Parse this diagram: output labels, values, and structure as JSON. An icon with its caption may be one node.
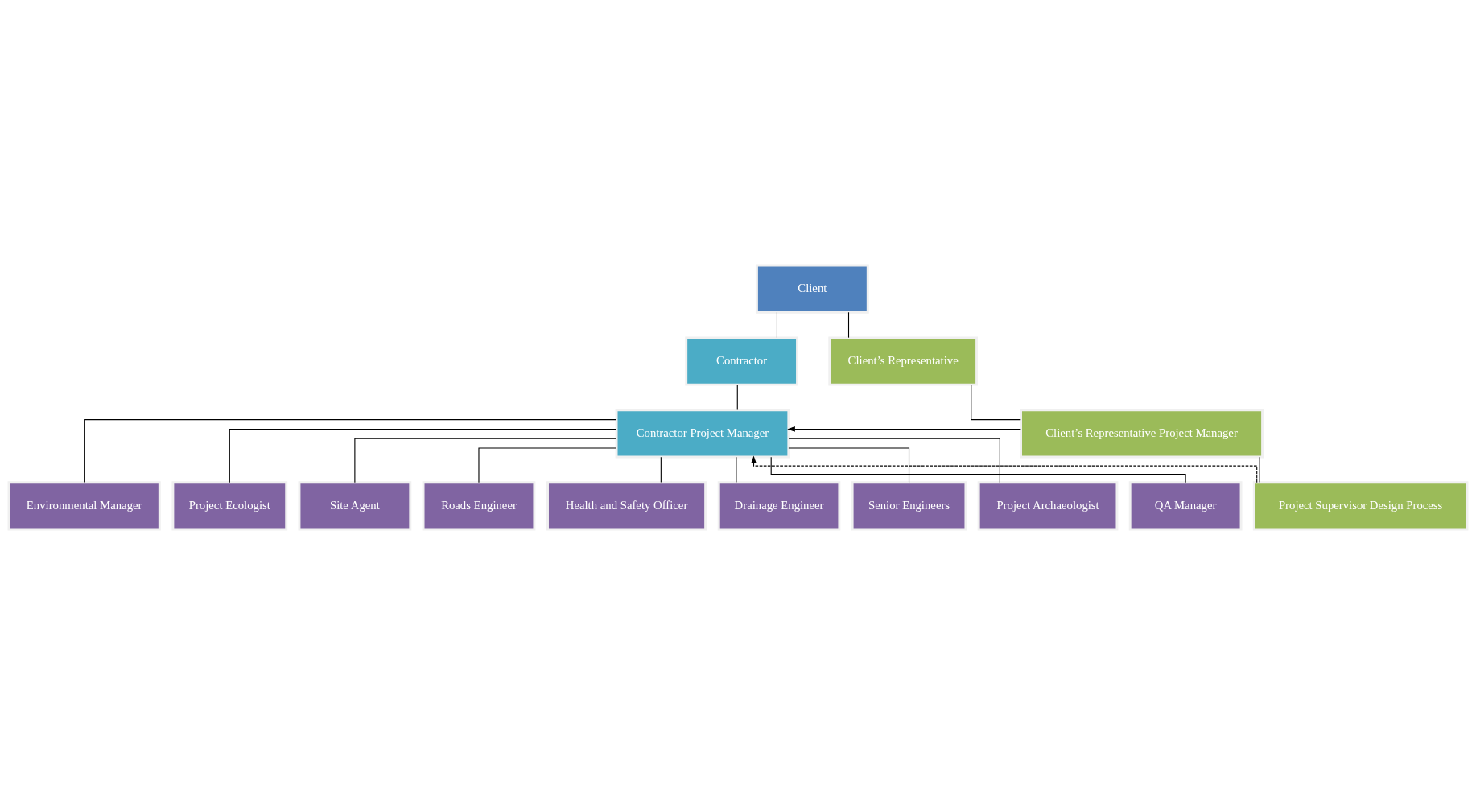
{
  "diagram": {
    "nodes": [
      {
        "text": [
          "Client"
        ]
      },
      {
        "text": [
          "Contractor"
        ]
      },
      {
        "text": [
          "Client’s Representative"
        ]
      },
      {
        "text": [
          "Contractor Project Manager"
        ]
      },
      {
        "text": [
          "Client’s Representative Project Manager"
        ]
      },
      {
        "text": [
          "Project Supervisor Design Process"
        ]
      },
      {
        "text": [
          "Environmental Manager"
        ]
      },
      {
        "text": [
          "Project Ecologist"
        ]
      },
      {
        "text": [
          "Site Agent"
        ]
      },
      {
        "text": [
          "Roads Engineer"
        ]
      },
      {
        "text": [
          "Health and Safety Officer"
        ]
      },
      {
        "text": [
          "Drainage Engineer"
        ]
      },
      {
        "text": [
          "Senior Engineers"
        ]
      },
      {
        "text": [
          "Project Archaeologist"
        ]
      },
      {
        "text": [
          "QA Manager"
        ]
      }
    ],
    "edges": [
      {
        "from": 0,
        "to": 1,
        "arrow": "none"
      },
      {
        "from": 0,
        "to": 2,
        "arrow": "none"
      },
      {
        "from": 1,
        "to": 3,
        "arrow": "none"
      },
      {
        "from": 2,
        "to": 4,
        "arrow": "none"
      },
      {
        "from": 4,
        "to": 3,
        "arrow": "to"
      },
      {
        "from": 4,
        "to": 5,
        "arrow": "none"
      },
      {
        "from": 5,
        "to": 3,
        "arrow": "to",
        "style": "dashed"
      },
      {
        "from": 3,
        "to": 6,
        "arrow": "none"
      },
      {
        "from": 3,
        "to": 7,
        "arrow": "none"
      },
      {
        "from": 3,
        "to": 8,
        "arrow": "none"
      },
      {
        "from": 3,
        "to": 9,
        "arrow": "none"
      },
      {
        "from": 3,
        "to": 10,
        "arrow": "none"
      },
      {
        "from": 3,
        "to": 11,
        "arrow": "none"
      },
      {
        "from": 3,
        "to": 12,
        "arrow": "none"
      },
      {
        "from": 3,
        "to": 13,
        "arrow": "none"
      },
      {
        "from": 3,
        "to": 14,
        "arrow": "none"
      }
    ]
  }
}
